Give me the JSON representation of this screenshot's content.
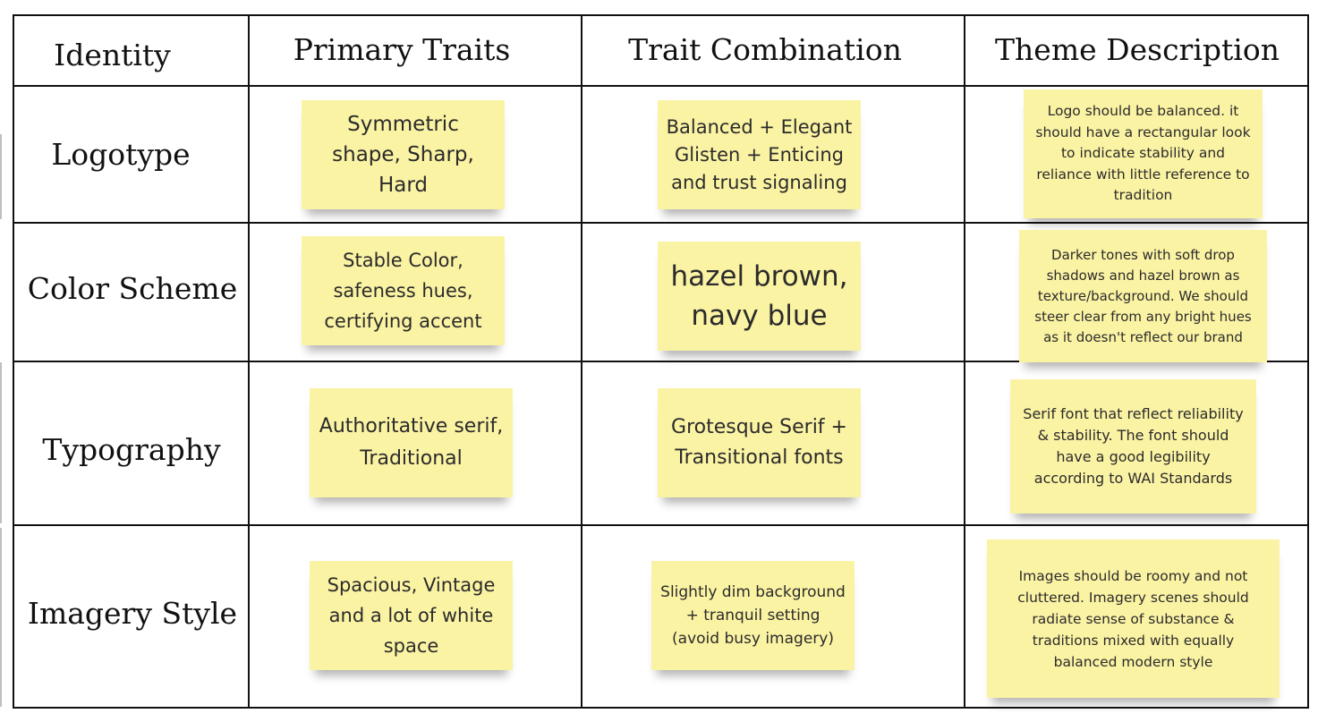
{
  "table": {
    "headers": [
      "Identity",
      "Primary Traits",
      "Trait Combination",
      "Theme Description"
    ],
    "rows": [
      {
        "identity": "Logotype",
        "primary_traits": "Symmetric shape, Sharp, Hard",
        "trait_combination": "Balanced + Elegant Glisten + Enticing and trust signaling",
        "theme_description": "Logo should be balanced. it should have a rectangular look to indicate stability and reliance with little reference to tradition"
      },
      {
        "identity": "Color Scheme",
        "primary_traits": "Stable Color, safeness hues, certifying accent",
        "trait_combination": "hazel brown, navy blue",
        "theme_description": "Darker tones with soft drop shadows and hazel brown as texture/background. We should steer clear from any bright hues as it doesn't reflect our brand"
      },
      {
        "identity": "Typography",
        "primary_traits": "Authoritative serif, Traditional",
        "trait_combination": "Grotesque Serif + Transitional fonts",
        "theme_description": "Serif font that reflect reliability & stability. The font should have a good legibility according to WAI Standards"
      },
      {
        "identity": "Imagery Style",
        "primary_traits": "Spacious, Vintage and a lot of white space",
        "trait_combination": "Slightly dim background + tranquil setting (avoid busy imagery)",
        "theme_description": "Images should be roomy and not cluttered. Imagery scenes should radiate sense of substance & traditions mixed with equally balanced modern style"
      }
    ]
  },
  "colors": {
    "sticky_note": "#fbf3a4",
    "grid_line": "#111111",
    "background": "#ffffff"
  }
}
